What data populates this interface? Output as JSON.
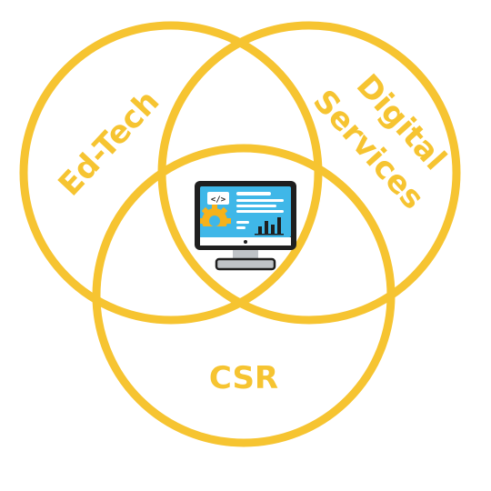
{
  "diagram": {
    "type": "venn",
    "sets": [
      {
        "id": "ed-tech",
        "label": "Ed-Tech"
      },
      {
        "id": "digital-services",
        "label_line1": "Digital",
        "label_line2": "Services"
      },
      {
        "id": "csr",
        "label": "CSR"
      }
    ],
    "center_icon": "computer-monitor-dashboard-icon",
    "colors": {
      "ring": "#F6C431",
      "label": "#F6C431",
      "background": "#FFFFFF",
      "screen": "#3FB7E8",
      "bezel": "#1F1F1F",
      "stand": "#BFC3C7",
      "gear": "#F6B21B"
    }
  }
}
